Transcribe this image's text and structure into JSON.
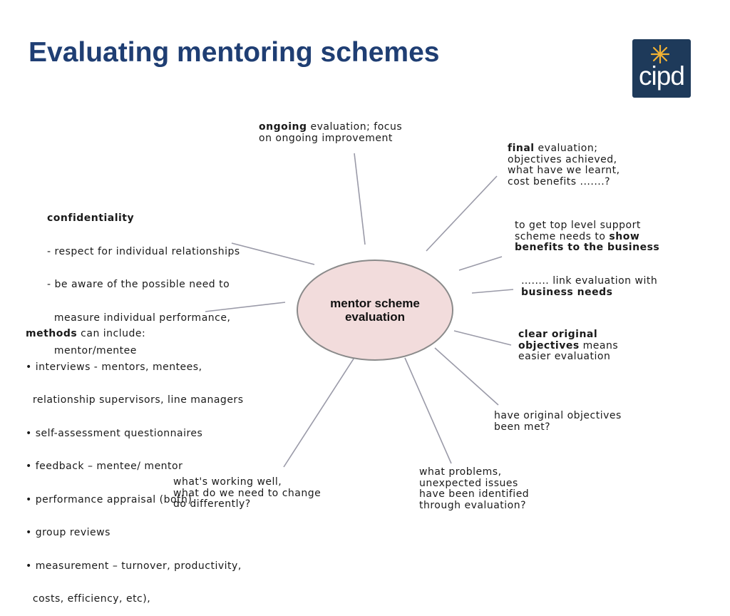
{
  "slide": {
    "title": "Evaluating mentoring schemes"
  },
  "logo": {
    "text": "cipd"
  },
  "hub": {
    "label": "mentor scheme\nevaluation"
  },
  "nodes": {
    "ongoing": {
      "bold": "ongoing",
      "rest": " evaluation; focus",
      "line2": "on ongoing improvement"
    },
    "final": {
      "bold": "final",
      "rest": " evaluation;",
      "line2": "objectives achieved,",
      "line3": "what have we learnt,",
      "line4": "cost benefits .......?"
    },
    "top_level": {
      "line1": "to get top level support",
      "pre": "scheme needs to ",
      "bold": "show",
      "line3": "benefits to the business"
    },
    "link": {
      "line1": "…..... link evaluation with",
      "line2": "business needs"
    },
    "clear": {
      "line1": "clear original",
      "bold": "objectives",
      "rest": " means",
      "line3": "easier evaluation"
    },
    "original": {
      "line1": "have original objectives",
      "line2": "been met?"
    },
    "problems": {
      "line1": "what problems,",
      "line2": "unexpected issues",
      "line3": "have been identified",
      "line4": "through evaluation?"
    },
    "working": {
      "line1": "what's working well,",
      "line2": "what do we need to change",
      "line3": "do differently?"
    },
    "methods": {
      "bold": "methods",
      "rest": " can include:",
      "items": [
        "• interviews - mentors, mentees,",
        "  relationship supervisors, line managers",
        "• self-assessment questionnaires",
        "• feedback – mentee/ mentor",
        "• performance appraisal (both)",
        "• group reviews",
        "• measurement – turnover, productivity,",
        "  costs, efficiency, etc),"
      ]
    },
    "confidentiality": {
      "title": "confidentiality",
      "items": [
        "- respect for individual relationships",
        "- be aware of the possible need to",
        "  measure individual performance,",
        "  mentor/mentee"
      ]
    }
  },
  "colors": {
    "title": "#1f3e73",
    "hub_fill": "#f2dcdc",
    "spoke": "#9a9aa8",
    "logo_bg": "#1e3a5a",
    "logo_star": "#f2b233"
  }
}
